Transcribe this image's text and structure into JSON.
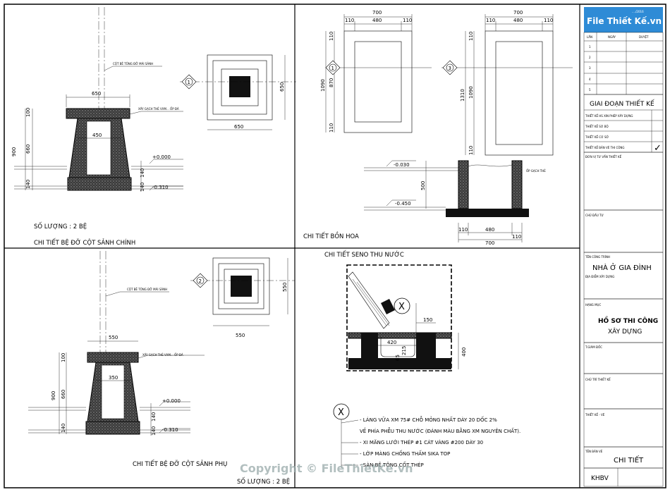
{
  "panels": {
    "p1": {
      "title": "CHI TIẾT BỆ ĐỠ CỘT SẢNH CHÍNH",
      "quantity": "SỐ LƯỢNG : 2 BỆ",
      "note_top": "CỘT BÊ TÔNG ĐỠ MÁI SẢNH",
      "note_side": "XÂY GẠCH THẺ VXM... ỐP ĐÁ",
      "dims": {
        "top_width": "650",
        "inner_width": "450",
        "h_top": "100",
        "h_mid": "660",
        "h_bot": "140",
        "h_total": "900",
        "h_a": "140",
        "h_b": "140"
      },
      "levels": {
        "upper": "+0.000",
        "lower": "-0.310"
      },
      "plan": {
        "tag": "1",
        "width": "650",
        "height": "650"
      }
    },
    "p2": {
      "title": "CHI TIẾT BỒN HOA",
      "plan_a": {
        "tag": "1",
        "w_total": "700",
        "w_side": "110",
        "w_inner": "480",
        "w_side2": "110",
        "h_total": "1090",
        "h_inner": "870",
        "h_side": "110",
        "h_side2": "110"
      },
      "plan_b": {
        "tag": "3",
        "w_total": "700",
        "w_side": "110",
        "w_inner": "480",
        "w_side2": "110",
        "h_total": "1310",
        "h_inner": "1090",
        "h_side": "110",
        "h_side2": "110"
      },
      "section": {
        "lvl_upper": "-0.030",
        "lvl_lower": "-0.450",
        "height": "500",
        "w1": "110",
        "w2": "480",
        "w3": "110",
        "w_total": "700",
        "note": "ỐP GẠCH THẺ"
      }
    },
    "p3": {
      "title": "CHI TIẾT BỆ ĐỠ CỘT SẢNH PHỤ",
      "quantity": "SỐ LƯỢNG : 2 BỆ",
      "note_top": "CỘT BÊ TÔNG ĐỠ MÁI SẢNH",
      "note_side": "XÂY GẠCH THẺ VXM... ỐP ĐÁ",
      "dims": {
        "top_width": "550",
        "inner_width": "350",
        "h_top": "100",
        "h_mid": "660",
        "h_bot": "140",
        "h_total": "900",
        "h_a": "140",
        "h_b": "140"
      },
      "levels": {
        "upper": "+0.000",
        "lower": "-0.310"
      },
      "plan": {
        "tag": "2",
        "width": "550",
        "height": "550"
      }
    },
    "p4": {
      "title": "CHI TIẾT SENO THU NƯỚC",
      "tag": "X",
      "dims": {
        "w_top": "150",
        "w_inner": "420",
        "h_a": "215",
        "h_b": "65",
        "h_total": "400"
      },
      "notes": [
        "- LÁNG VỮA XM 75# CHỖ MỎNG NHẤT DÀY 20 DỐC 2%",
        "  VỀ PHÍA PHỄU THU NƯỚC (ĐÁNH MÀU BẰNG XM NGUYÊN CHẤT).",
        "- XI MĂNG LƯỚI THÉP #1 CÁT VÀNG #200 DÀY 30",
        "- LỚP MÀNG CHỐNG THẤM SIKA TOP",
        "- SÀN BÊ TÔNG CỐT THÉP"
      ]
    }
  },
  "title_block": {
    "logo": "File Thiết Kế.vn",
    "header_small": "..../2016",
    "rev_headers": [
      "LẦN",
      "NGÀY",
      "DUYỆT"
    ],
    "rev_rows": [
      "1",
      "2",
      "3",
      "4",
      "5"
    ],
    "stage_title": "GIAI ĐOẠN THIẾT KẾ",
    "stages": [
      "THIẾT KẾ HS XIN PHÉP XÂY DỰNG",
      "THIẾT KẾ SƠ BỘ",
      "THIẾT KẾ CƠ SỞ",
      "THIẾT KẾ BẢN VẼ THI CÔNG"
    ],
    "stage_check": "✓",
    "consultant_label": "ĐƠN VỊ TƯ VẤN THIẾT KẾ",
    "owner_label": "CHỦ ĐẦU TƯ",
    "project_label": "TÊN CÔNG TRÌNH",
    "project_name": "NHÀ Ở GIA ĐÌNH",
    "location_label": "ĐỊA ĐIỂM XÂY DỰNG",
    "category_label": "HẠNG MỤC",
    "category_name_1": "HỒ SƠ THI CÔNG",
    "category_name_2": "XÂY DỰNG",
    "director_label": "T.GIÁM ĐỐC",
    "lead_label": "CHỦ TRÌ THIẾT KẾ",
    "drafter_label": "THIẾT KẾ - VẼ",
    "sheet_label": "TÊN BẢN VẼ",
    "sheet_name": "CHI TIẾT",
    "code": "KHBV"
  },
  "watermark": "Copyright © FileThietKe.vn"
}
